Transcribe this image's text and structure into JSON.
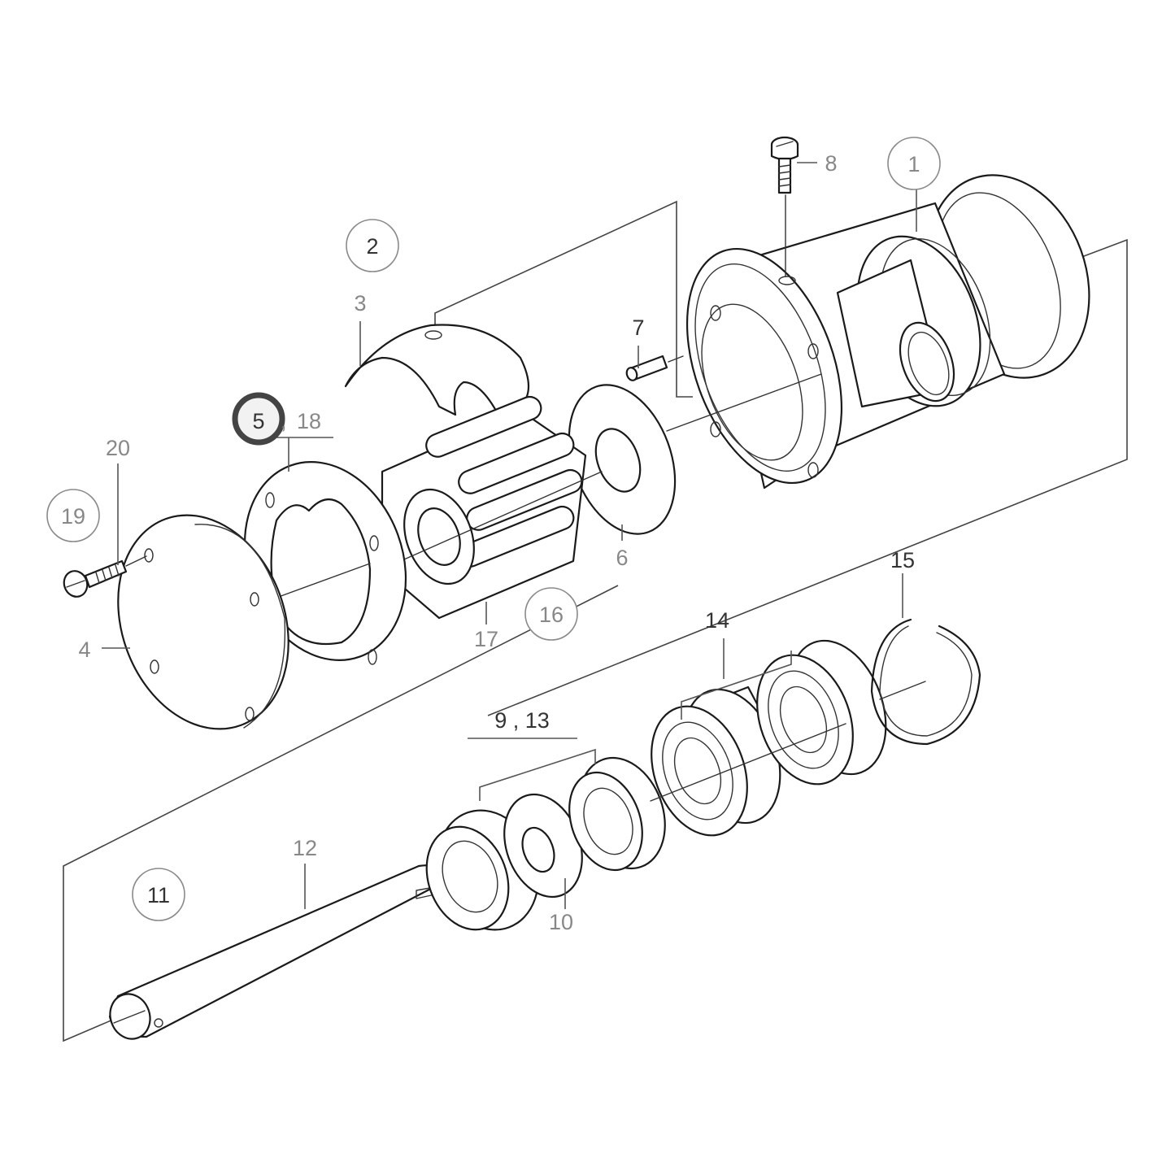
{
  "diagram": {
    "type": "exploded-parts-diagram",
    "subject": "Raw water impeller pump assembly",
    "highlighted_callout": "5",
    "highlight_color": "#444444",
    "label_color": "#888888",
    "line_color": "#1a1a1a",
    "callouts": {
      "c1": "1",
      "c2": "2",
      "c3": "3",
      "c4": "4",
      "c5": "5",
      "c5_sep": ",",
      "c18": "18",
      "c6": "6",
      "c7": "7",
      "c8": "8",
      "c9_13": "9 , 13",
      "c10": "10",
      "c11": "11",
      "c12": "12",
      "c14": "14",
      "c15": "15",
      "c16": "16",
      "c17": "17",
      "c19": "19",
      "c20": "20"
    },
    "parts": [
      {
        "ref": "1",
        "name": "pump-housing",
        "circled": true
      },
      {
        "ref": "2",
        "name": "cam-kit",
        "circled": true
      },
      {
        "ref": "3",
        "name": "cam"
      },
      {
        "ref": "4",
        "name": "cover"
      },
      {
        "ref": "5",
        "name": "gasket",
        "circled": true,
        "highlighted": true
      },
      {
        "ref": "6",
        "name": "wear-plate"
      },
      {
        "ref": "7",
        "name": "pin"
      },
      {
        "ref": "8",
        "name": "cam-screw"
      },
      {
        "ref": "9, 13",
        "name": "seal-kit"
      },
      {
        "ref": "10",
        "name": "seal-ring"
      },
      {
        "ref": "11",
        "name": "shaft-kit",
        "circled": true
      },
      {
        "ref": "12",
        "name": "shaft"
      },
      {
        "ref": "14",
        "name": "ball-bearings"
      },
      {
        "ref": "15",
        "name": "circlip"
      },
      {
        "ref": "16",
        "name": "impeller-kit",
        "circled": true
      },
      {
        "ref": "17",
        "name": "impeller"
      },
      {
        "ref": "18",
        "name": "gasket-ref"
      },
      {
        "ref": "19",
        "name": "cover-screw-kit",
        "circled": true
      },
      {
        "ref": "20",
        "name": "cover-screw"
      }
    ]
  }
}
